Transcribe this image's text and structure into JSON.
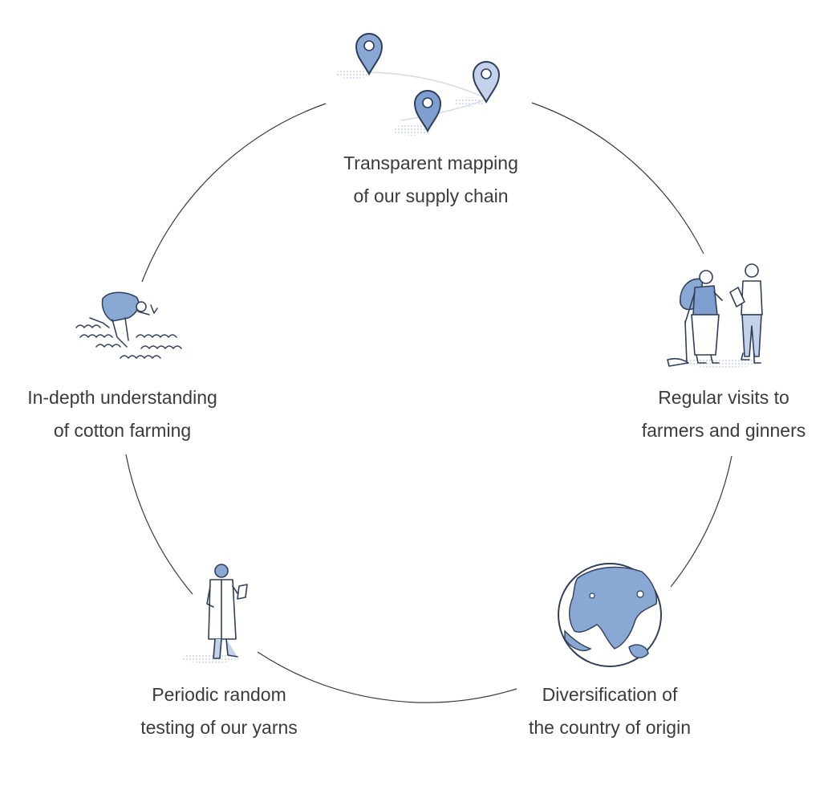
{
  "colors": {
    "circle": "#3a3a3a",
    "ink": "#2f3e5a",
    "accent": "#7e9fd0",
    "accent_light": "#c2d2ea",
    "text": "#3b3b3b"
  },
  "nodes": [
    {
      "id": "mapping",
      "icon": "map-pin-icon",
      "lines": [
        "Transparent mapping",
        "of our supply chain"
      ]
    },
    {
      "id": "visits",
      "icon": "farmer-visit-icon",
      "lines": [
        "Regular visits to",
        "farmers and ginners"
      ]
    },
    {
      "id": "origin",
      "icon": "globe-icon",
      "lines": [
        "Diversification of",
        "the country of origin"
      ]
    },
    {
      "id": "testing",
      "icon": "lab-scientist-icon",
      "lines": [
        "Periodic random",
        "testing of our yarns"
      ]
    },
    {
      "id": "farming",
      "icon": "cotton-farmer-icon",
      "lines": [
        "In-depth understanding",
        "of cotton farming"
      ]
    }
  ]
}
